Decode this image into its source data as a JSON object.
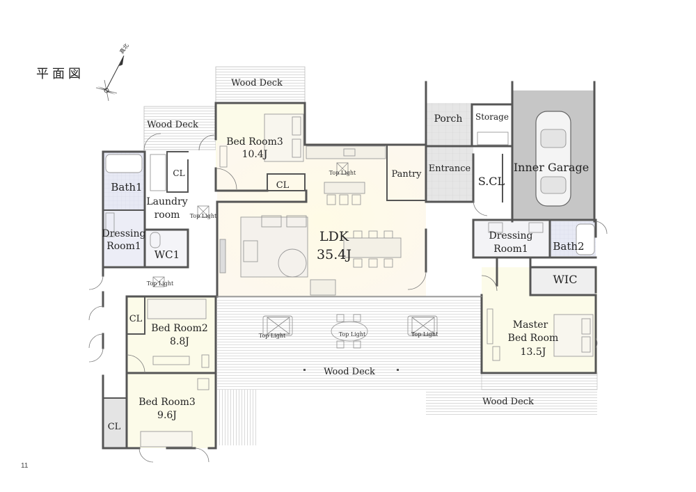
{
  "page": {
    "title": "平面図",
    "page_number": "11",
    "north_label": "真北"
  },
  "rooms": {
    "wood_deck_top": "Wood Deck",
    "wood_deck_left": "Wood Deck",
    "bed3_top_name": "Bed Room3",
    "bed3_top_size": "10.4J",
    "bath1": "Bath1",
    "cl_a": "CL",
    "cl_b": "CL",
    "laundry_1": "Laundry",
    "laundry_2": "room",
    "dressing1_l1": "Dressing",
    "dressing1_l2": "Room1",
    "wc1": "WC1",
    "ldk_name": "LDK",
    "ldk_size": "35.4J",
    "pantry": "Pantry",
    "porch": "Porch",
    "storage": "Storage",
    "entrance": "Entrance",
    "scl": "S.CL",
    "inner_garage": "Inner Garage",
    "dressing_r_l1": "Dressing",
    "dressing_r_l2": "Room1",
    "bath2": "Bath2",
    "wic": "WIC",
    "bed2_name": "Bed Room2",
    "bed2_size": "8.8J",
    "cl_c": "CL",
    "master_l1": "Master",
    "master_l2": "Bed Room",
    "master_size": "13.5J",
    "wood_deck_center": "Wood Deck",
    "wood_deck_right": "Wood Deck",
    "bed3_bottom_name": "Bed Room3",
    "bed3_bottom_size": "9.6J",
    "cl_d": "CL"
  },
  "top_lights": {
    "kitchen": "Top Light",
    "laundry": "Top Light",
    "hall": "Top Light",
    "deck_left": "Top Light",
    "deck_center": "Top Light",
    "deck_right": "Top Light"
  }
}
